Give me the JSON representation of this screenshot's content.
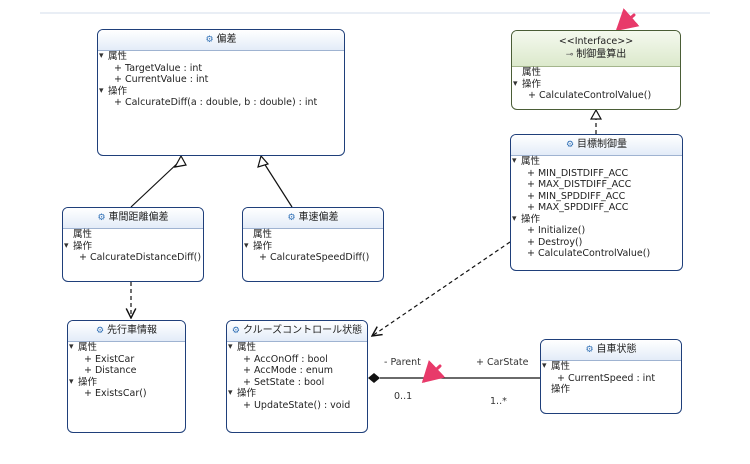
{
  "classes": {
    "hensa": {
      "name": "偏差",
      "attr_title": "属性",
      "attrs": [
        "+ TargetValue : int",
        "+ CurrentValue : int"
      ],
      "op_title": "操作",
      "ops": [
        "+ CalcurateDiff(a : double, b : double) : int"
      ]
    },
    "interface": {
      "stereotype": "<<Interface>>",
      "name": "制御量算出",
      "attr_title": "属性",
      "op_title": "操作",
      "ops": [
        "+ CalculateControlValue()"
      ]
    },
    "mokuhyo": {
      "name": "目標制御量",
      "attr_title": "属性",
      "attrs": [
        "+ MIN_DISTDIFF_ACC",
        "+ MAX_DISTDIFF_ACC",
        "+ MIN_SPDDIFF_ACC",
        "+ MAX_SPDDIFF_ACC"
      ],
      "op_title": "操作",
      "ops": [
        "+ Initialize()",
        "+ Destroy()",
        "+ CalculateControlValue()"
      ]
    },
    "shakan": {
      "name": "車間距離偏差",
      "attr_title": "属性",
      "op_title": "操作",
      "ops": [
        "+ CalcurateDistanceDiff()"
      ]
    },
    "shasoku": {
      "name": "車速偏差",
      "attr_title": "属性",
      "op_title": "操作",
      "ops": [
        "+ CalcurateSpeedDiff()"
      ]
    },
    "senko": {
      "name": "先行車情報",
      "attr_title": "属性",
      "attrs": [
        "+ ExistCar",
        "+ Distance"
      ],
      "op_title": "操作",
      "ops": [
        "+ ExistsCar()"
      ]
    },
    "cruise": {
      "name": "クルーズコントロール状態",
      "attr_title": "属性",
      "attrs": [
        "+ AccOnOff : bool",
        "+ AccMode : enum",
        "+ SetState : bool"
      ],
      "op_title": "操作",
      "ops": [
        "+ UpdateState() : void"
      ]
    },
    "jisha": {
      "name": "自車状態",
      "attr_title": "属性",
      "attrs": [
        "+ CurrentSpeed : int"
      ],
      "op_title": "操作"
    }
  },
  "association": {
    "left_role": "- Parent",
    "left_mult": "0..1",
    "right_role": "+ CarState",
    "right_mult": "1..*"
  },
  "colors": {
    "box_border": "#1f3f7a",
    "interface_border": "#4a5d36",
    "highlight_arrow": "#e83a6a"
  }
}
